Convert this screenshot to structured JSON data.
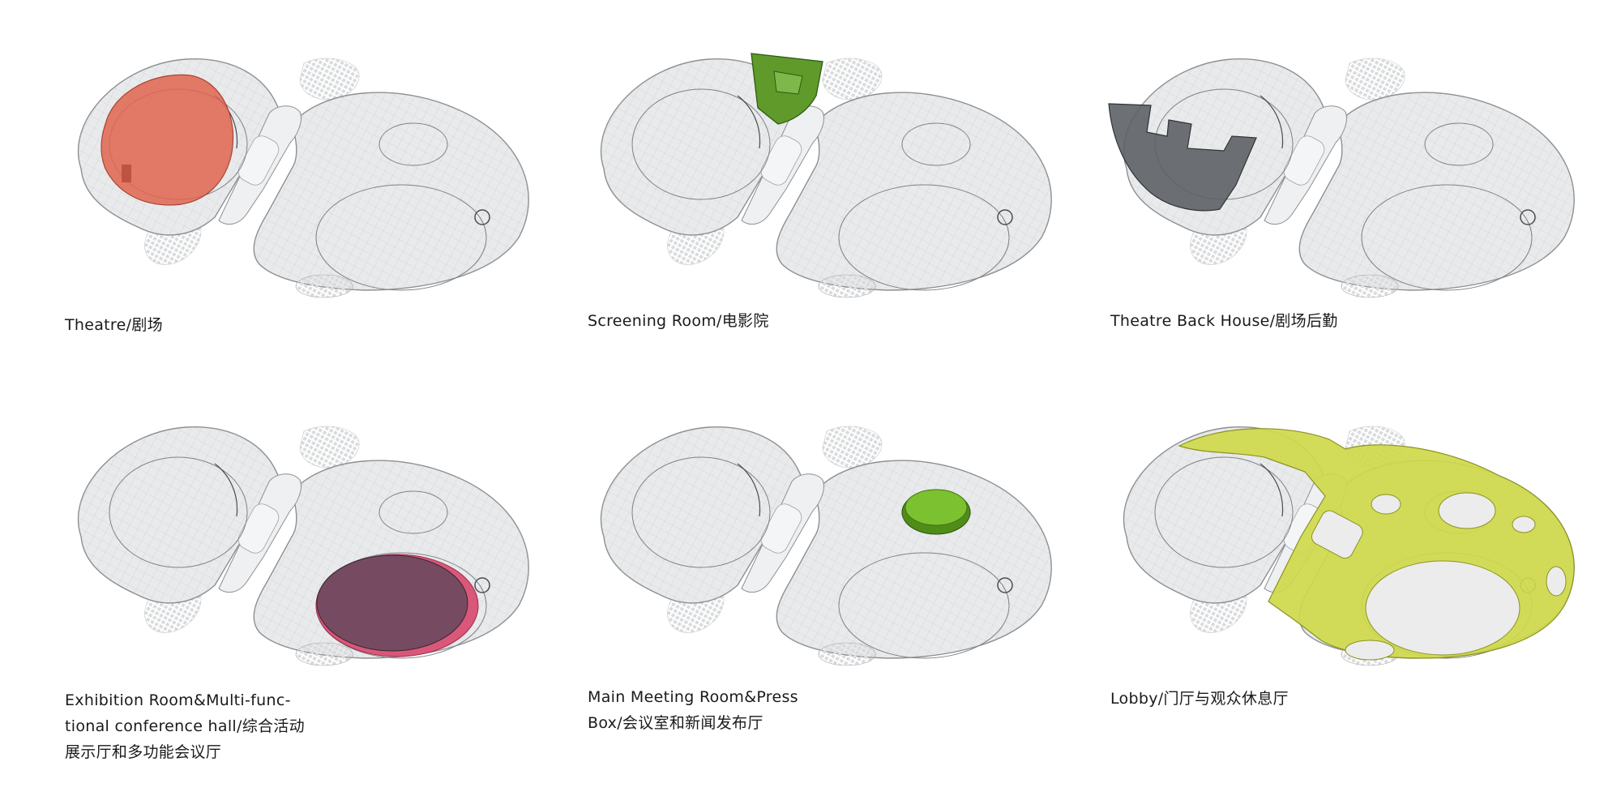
{
  "colors": {
    "shell_fill": "#e9eaeb",
    "shell_stroke": "#8c9094",
    "grid": "#a7abaf",
    "bridge": "#eef0f1",
    "theatre": "#e0644f",
    "screening": "#5f9a2a",
    "backhouse": "#5d6165",
    "exhibition": "#6e4a5e",
    "exhibition_rim": "#d9587a",
    "meeting": "#7cc12f",
    "lobby": "#cfd94a"
  },
  "panels": [
    {
      "highlight": "theatre",
      "caption_lines": [
        "Theatre/剧场"
      ]
    },
    {
      "highlight": "screening",
      "caption_lines": [
        "Screening Room/电影院"
      ]
    },
    {
      "highlight": "backhouse",
      "caption_lines": [
        "Theatre Back House/剧场后勤"
      ]
    },
    {
      "highlight": "exhibition",
      "caption_lines": [
        "Exhibition Room&Multi-func-",
        "tional conference hall/综合活动",
        "展示厅和多功能会议厅"
      ]
    },
    {
      "highlight": "meeting",
      "caption_lines": [
        "Main Meeting Room&Press",
        "Box/会议室和新闻发布厅"
      ]
    },
    {
      "highlight": "lobby",
      "caption_lines": [
        "Lobby/门厅与观众休息厅"
      ]
    }
  ]
}
